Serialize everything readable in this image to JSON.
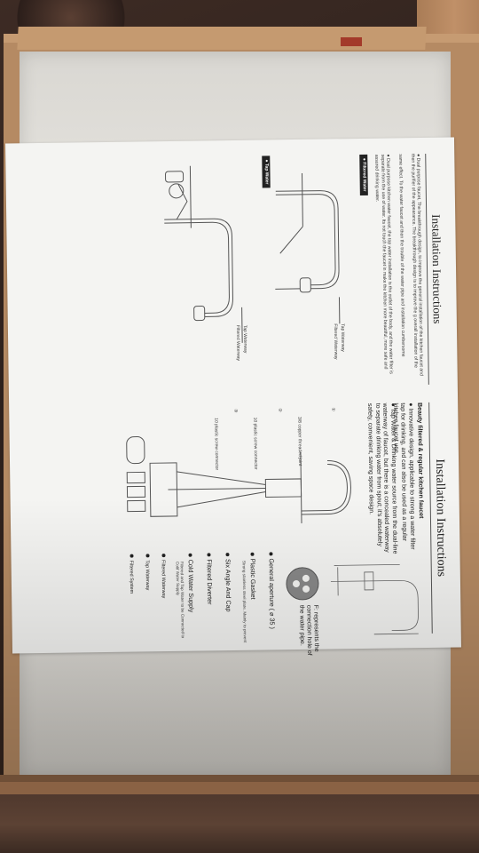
{
  "left_page": {
    "title": "Installation Instructions",
    "intro": [
      "● Dual purpose faucet, The breakthrough design, to improve the general installation of the kitchen faucet and then the purifier of the appearance. The breakthrough design is to improve the g overall installation of the",
      "same effect. To the water faucet and then the trouble of the water pipe and installation cumbersome",
      "● Dual purpose kitchen water faucet, the top water installation is the outlet of the body, and the water filter is separate from the use of water. Its not touch the faucet in make the kitchen more beautiful, more safe and assured drinking water."
    ],
    "tag_filtered": "● Filtered Water",
    "tag_tap": "● Tap Water",
    "label_tap_waterway": "Tap Waterway",
    "label_filtered_waterway": "Filtered Waterway"
  },
  "right_page": {
    "title": "Installation Instructions",
    "intro_heading": "Beauty filtered & regular kitchen faucet",
    "intro": [
      "● Innovative design, applicable to strong a water filter tap for drinking, and can also be used as a regular kitchen faucet use.",
      "● Tap Water & Drinking water source from the dual-line waterway of faucet, but there is a concealed waterway to separate drinking water from spout; it's absolutely safety, convenient, saving space design."
    ],
    "connector_note": "F: represents the connection hole of the water pipe.",
    "conn_labels": [
      "3/8 copper threaded joint",
      "10 plastic screw connector",
      "10 plastic screw connector"
    ],
    "conn_numbers": [
      "①",
      "②",
      "③"
    ],
    "legend": [
      "General aperture ( ⌀ 35 )",
      "Plastic Gasket",
      "Six Angle And Cap",
      "Filtered Diverter",
      "Cold Water Supply",
      "Filtered Waterway",
      "Tap Waterway",
      "Filtered System"
    ],
    "gasket_note": "Strong stainless steel plate. Mainly to prevent",
    "cold_note": "Filtered and Tap Water to be Connected to Cold Water Supply"
  }
}
